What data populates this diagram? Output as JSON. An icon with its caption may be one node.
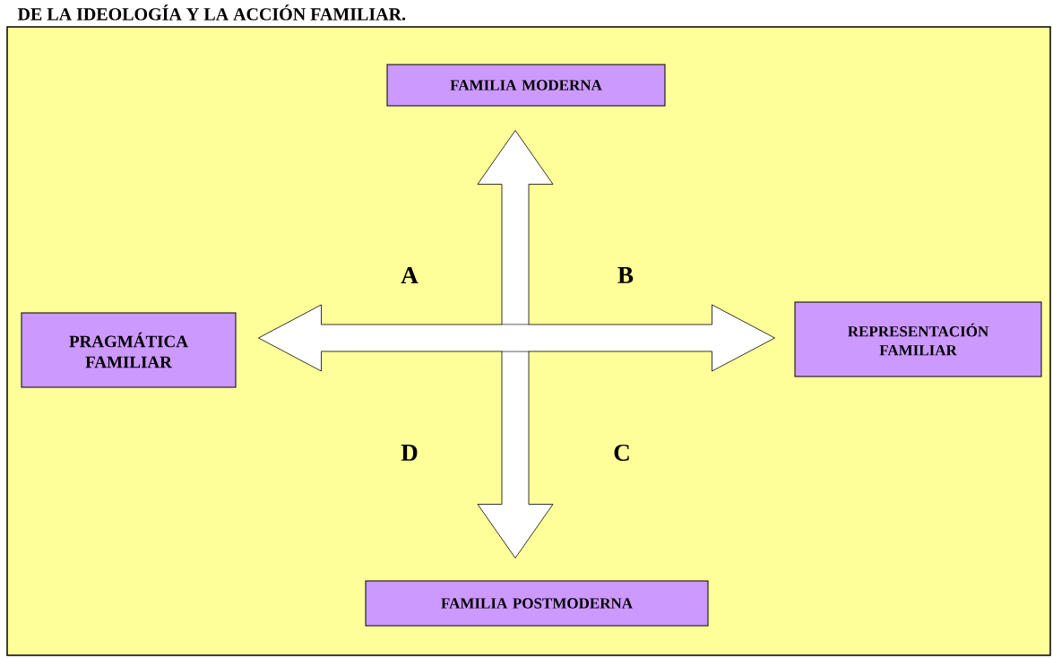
{
  "diagram": {
    "title": "DE LA IDEOLOGÍA Y LA ACCIÓN FAMILIAR.",
    "nodes": [
      {
        "text": [
          "FAMILIA MODERNA"
        ]
      },
      {
        "text": [
          "PRAGMÁTICA FAMILIAR"
        ]
      },
      {
        "text": [
          "REPRESENTACIÓN FAMILIAR"
        ]
      },
      {
        "text": [
          "FAMILIA POSTMODERNA"
        ]
      }
    ],
    "edges": [
      {
        "from": 0,
        "to": 3,
        "arrow": "both"
      },
      {
        "from": 1,
        "to": 2,
        "arrow": "both"
      }
    ],
    "labels": [
      "A",
      "B",
      "D",
      "C"
    ]
  }
}
